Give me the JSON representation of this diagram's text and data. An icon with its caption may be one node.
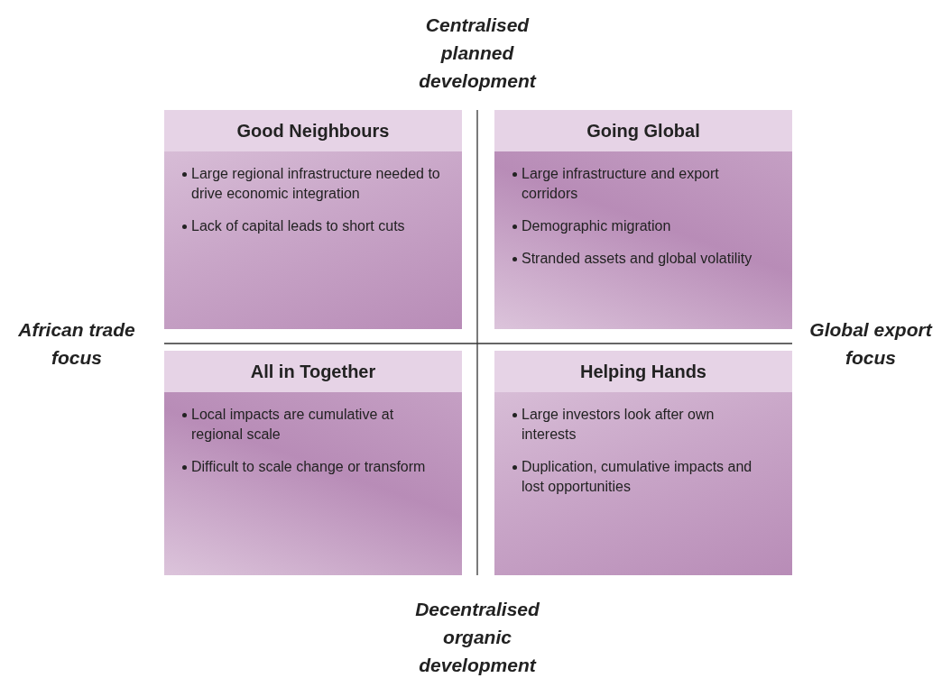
{
  "diagram": {
    "nodes": [
      {
        "text": [
          "Good Neighbours",
          "Large regional infrastructure needed to drive economic integration",
          "Lack of capital leads to short cuts"
        ]
      },
      {
        "text": [
          "Going Global",
          "Large infrastructure and export corridors",
          "Demographic migration",
          "Stranded assets and global volatility"
        ]
      },
      {
        "text": [
          "All in Together",
          "Local impacts are cumulative at regional scale",
          "Difficult to scale change or transform"
        ]
      },
      {
        "text": [
          "Helping Hands",
          "Large investors look after own interests",
          "Duplication, cumulative impacts and lost opportunities"
        ]
      }
    ],
    "edges": [],
    "labels": [
      "Centralised planned development",
      "African trade focus",
      "Global export focus",
      "Decentralised organic development"
    ]
  }
}
